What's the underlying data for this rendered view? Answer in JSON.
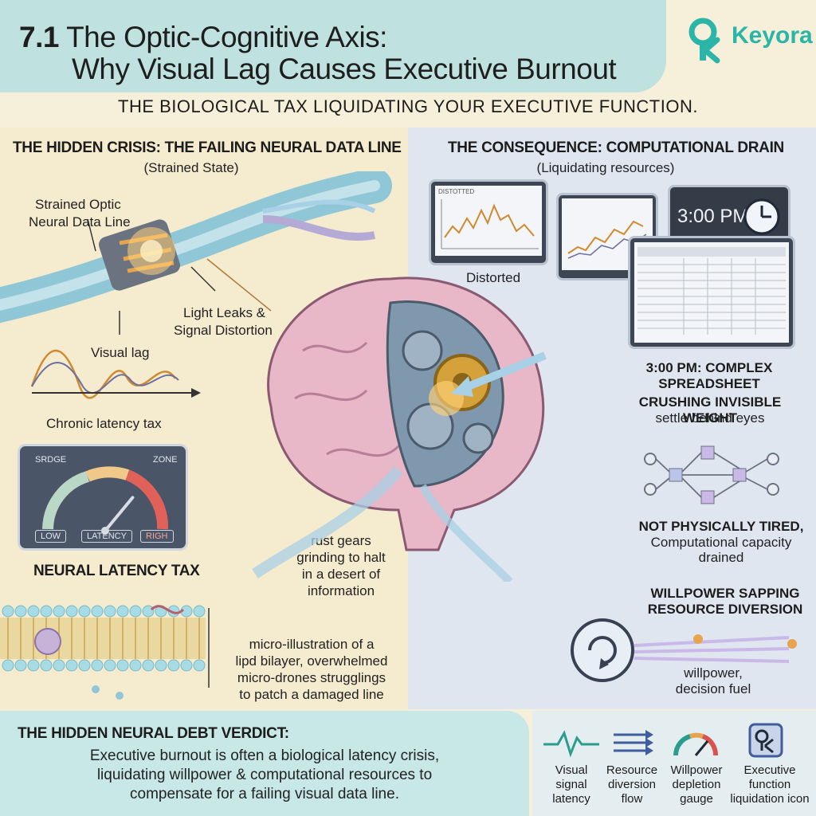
{
  "header": {
    "title_number": "7.1",
    "title_line1": "The Optic-Cognitive Axis:",
    "title_line2": "Why Visual Lag Causes Executive Burnout",
    "subtitle": "THE BIOLOGICAL TAX LIQUIDATING YOUR EXECUTIVE FUNCTION.",
    "brand": "Keyora"
  },
  "left": {
    "heading": "THE HIDDEN CRISIS: THE FAILING NEURAL DATA LINE",
    "state": "(Strained State)",
    "cable_label_1": "Strained Optic",
    "cable_label_2": "Neural Data Line",
    "leak_label_1": "Light Leaks &",
    "leak_label_2": "Signal Distortion",
    "lag_label": "Visual lag",
    "tax_label": "Chronic latency tax",
    "gauge": {
      "top_left": "SRDGE",
      "top_right": "ZONE",
      "low": "LOW",
      "mid": "LATENCY",
      "high": "RIGH",
      "level": 0.72
    },
    "latency_heading": "NEURAL LATENCY TAX",
    "gears_1": "rust gears",
    "gears_2": "grinding to halt",
    "gears_3": "in a desert of",
    "gears_4": "information",
    "micro_1": "micro-illustration of a",
    "micro_2": "lipd bilayer, overwhelmed",
    "micro_3": "micro-drones strugglings",
    "micro_4": "to patch a damaged line"
  },
  "right": {
    "heading": "THE CONSEQUENCE: COMPUTATIONAL DRAIN",
    "state": "(Liquidating resources)",
    "monitor1_title": "DISTOTTED",
    "monitor_caption": "Distorted",
    "monitor2_title": "",
    "clock_text": "3:00 PM",
    "spreadsheet_title": "",
    "spreadsheet_1": "3:00 PM: COMPLEX",
    "spreadsheet_2": "SPREADSHEET",
    "weight": "CRUSHING INVISIBLE WEIGHT",
    "settle": "settle behind eyes",
    "not_tired": "NOT PHYSICALLY TIRED,",
    "drained_1": "Computational capacity",
    "drained_2": "drained",
    "willpower_h1": "WILLPOWER SAPPING",
    "willpower_h2": "RESOURCE DIVERSION",
    "fuel_1": "willpower,",
    "fuel_2": "decision fuel"
  },
  "verdict": {
    "heading": "THE HIDDEN NEURAL DEBT VERDICT:",
    "line1": "Executive burnout is often a biological latency crisis,",
    "line2": "liquidating willpower & computational resources to",
    "line3": "compensate for a failing visual data line."
  },
  "legend": [
    {
      "icon": "signal-wave-icon",
      "l1": "Visual",
      "l2": "signal",
      "l3": "latency"
    },
    {
      "icon": "diversion-arrows-icon",
      "l1": "Resource",
      "l2": "diversion",
      "l3": "flow"
    },
    {
      "icon": "depletion-gauge-icon",
      "l1": "Willpower",
      "l2": "depletion",
      "l3": "gauge"
    },
    {
      "icon": "liquidation-icon",
      "l1": "Executive",
      "l2": "function",
      "l3": "liquidation icon"
    }
  ],
  "colors": {
    "title_band": "#bfe2e0",
    "left_panel": "#f5ebcf",
    "right_panel": "#dfe6ef",
    "brand": "#2bb5a8",
    "brain": "#e8b7c8",
    "gear_gold": "#d4a13a",
    "cable": "#8fc7d6"
  }
}
